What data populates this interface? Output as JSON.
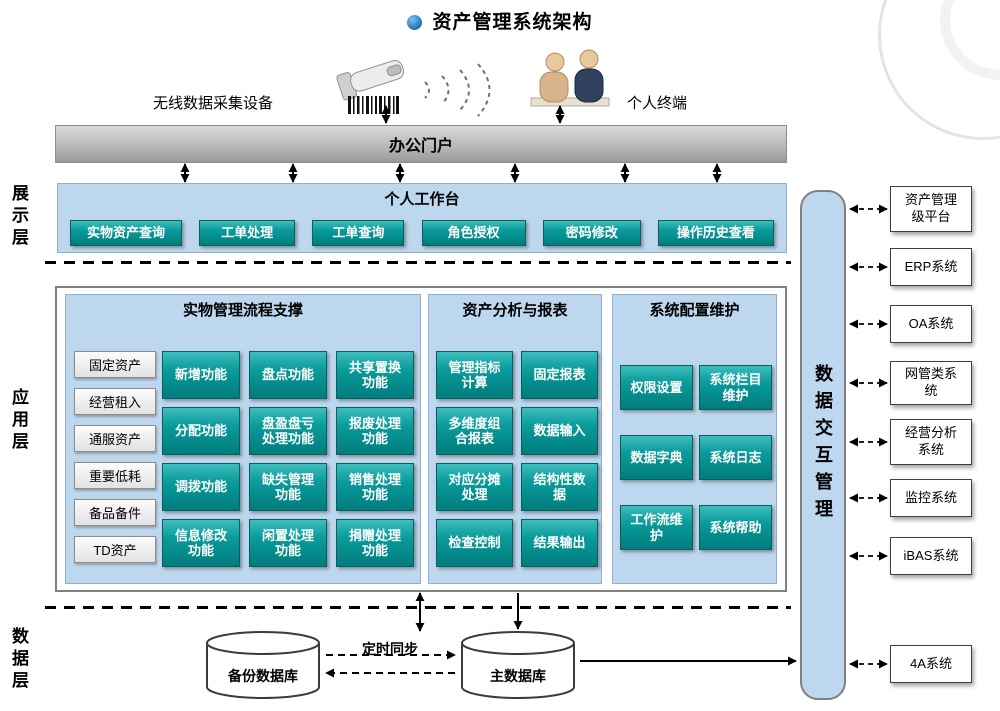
{
  "title": "资产管理系统架构",
  "devices": {
    "scanner_label": "无线数据采集设备",
    "terminal_label": "个人终端"
  },
  "portal": {
    "label": "办公门户"
  },
  "layers": {
    "presentation": "展示层",
    "application": "应用层",
    "data": "数据层"
  },
  "workbench": {
    "title": "个人工作台",
    "buttons": [
      "实物资产查询",
      "工单处理",
      "工单查询",
      "角色授权",
      "密码修改",
      "操作历史查看"
    ]
  },
  "physical": {
    "title": "实物管理流程支撑",
    "categories": [
      "固定资产",
      "经营租入",
      "通服资产",
      "重要低耗",
      "备品备件",
      "TD资产"
    ],
    "functions": [
      "新增功能",
      "盘点功能",
      "共享置换功能",
      "分配功能",
      "盘盈盘亏处理功能",
      "报废处理功能",
      "调拨功能",
      "缺失管理功能",
      "销售处理功能",
      "信息修改功能",
      "闲置处理功能",
      "捐赠处理功能"
    ]
  },
  "analysis": {
    "title": "资产分析与报表",
    "functions": [
      "管理指标计算",
      "固定报表",
      "多维度组合报表",
      "数据输入",
      "对应分摊处理",
      "结构性数据",
      "检查控制",
      "结果输出"
    ]
  },
  "config": {
    "title": "系统配置维护",
    "functions": [
      "权限设置",
      "系统栏目维护",
      "数据字典",
      "系统日志",
      "工作流维护",
      "系统帮助"
    ]
  },
  "exchange": {
    "label": "数据交互管理"
  },
  "external_systems": [
    "资产管理级平台",
    "ERP系统",
    "OA系统",
    "网管类系统",
    "经营分析系统",
    "监控系统",
    "iBAS系统",
    "4A系统"
  ],
  "data_layer": {
    "backup_db": "备份数据库",
    "main_db": "主数据库",
    "sync_label": "定时同步"
  },
  "colors": {
    "teal_button": "#009999",
    "panel_blue": "#bdd7ee",
    "portal_gray": "#b9b9b9",
    "title_bullet": "#1b6fb0"
  }
}
